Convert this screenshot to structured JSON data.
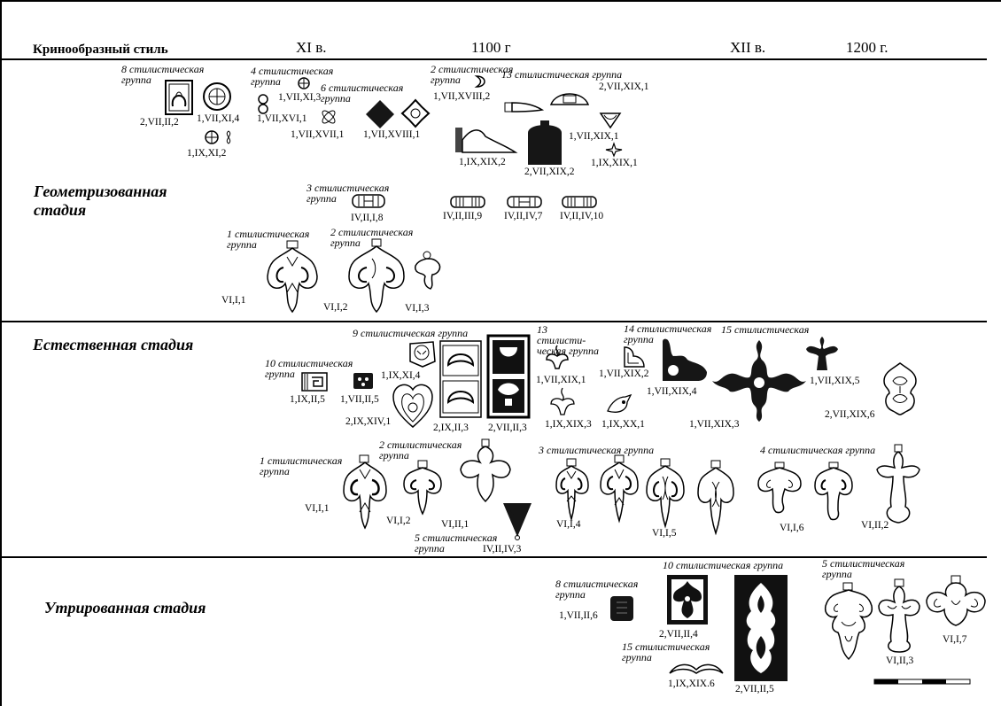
{
  "header": {
    "style_title": "Кринообразный стиль",
    "period_1": "XI в.",
    "year_1": "1100 г",
    "period_2": "XII в.",
    "year_2": "1200 г."
  },
  "stages": {
    "geometric": "Геометризованная стадия",
    "natural": "Естественная стадия",
    "exaggerated": "Утрированная стадия"
  },
  "groups": {
    "g8a": "8 стилистическая группа",
    "g4a": "4 стилистическая группа",
    "g6a": "6 стилистическая группа",
    "g2a": "2 стилистическая группа",
    "g13a": "13 стилистическая группа",
    "g3a": "3 стилистическая группа",
    "g1a": "1 стилистическая группа",
    "g2b": "2 стилистическая группа",
    "g9b": "9 стилистическая группа",
    "g10b": "10 стилистическая группа",
    "g13b": "13 стилисти-ческая группа",
    "g14b": "14 стилистическая группа",
    "g15b": "15 стилистическая",
    "g1b": "1 стилистическая группа",
    "g2c": "2 стилистическая группа",
    "g3b": "3 стилистическая группа",
    "g4b": "4 стилистическая группа",
    "g5b": "5 стилистическая группа",
    "g8c": "8 стилистическая группа",
    "g10c": "10 стилистическая группа",
    "g15c": "15 стилистическая группа",
    "g5c": "5 стилистическая группа"
  },
  "codes": {
    "c1": "2,VII,II,2",
    "c2": "1,VII,XI,4",
    "c3": "1,IX,XI,2",
    "c4": "1,VII,XI,3",
    "c5": "1,VII,XVI,1",
    "c6": "1,VII,XVII,1",
    "c7": "1,VII,XVIII,1",
    "c8": "1,VII,XVIII,2",
    "c9": "2,VII,XIX,1",
    "c10": "1,VII,XIX,1",
    "c11": "1,IX,XIX,2",
    "c12": "2,VII,XIX,2",
    "c13": "1,IX,XIX,1",
    "c14": "IV,II,I,8",
    "c15": "IV,II,III,9",
    "c16": "IV,II,IV,7",
    "c17": "IV,II,IV,10",
    "c18": "VI,I,1",
    "c19": "VI,I,2",
    "c20": "VI,I,3",
    "c21": "1,IX,II,5",
    "c22": "1,VII,II,5",
    "c23": "1,IX,XI,4",
    "c24": "2,IX,XIV,1",
    "c25": "2,IX,II,3",
    "c26": "2,VII,II,3",
    "c27": "1,VII,XIX,1",
    "c28": "1,VII,XIX,2",
    "c29": "1,VII,XIX,4",
    "c30": "1,IX,XIX,3",
    "c31": "1,IX,XX,1",
    "c32": "1,VII,XIX,3",
    "c33": "1,VII,XIX,5",
    "c34": "2,VII,XIX,6",
    "c35": "VI,I,1",
    "c36": "VI,I,2",
    "c37": "VI,II,1",
    "c38": "IV,II,IV,3",
    "c39": "VI,I,4",
    "c40": "VI,I,5",
    "c41": "VI,I,6",
    "c42": "VI,II,2",
    "c43": "1,VII,II,6",
    "c44": "2,VII,II,4",
    "c45": "1,IX,XIX.6",
    "c46": "2,VII,II,5",
    "c47": "VI,II,3",
    "c48": "VI,I,7"
  }
}
